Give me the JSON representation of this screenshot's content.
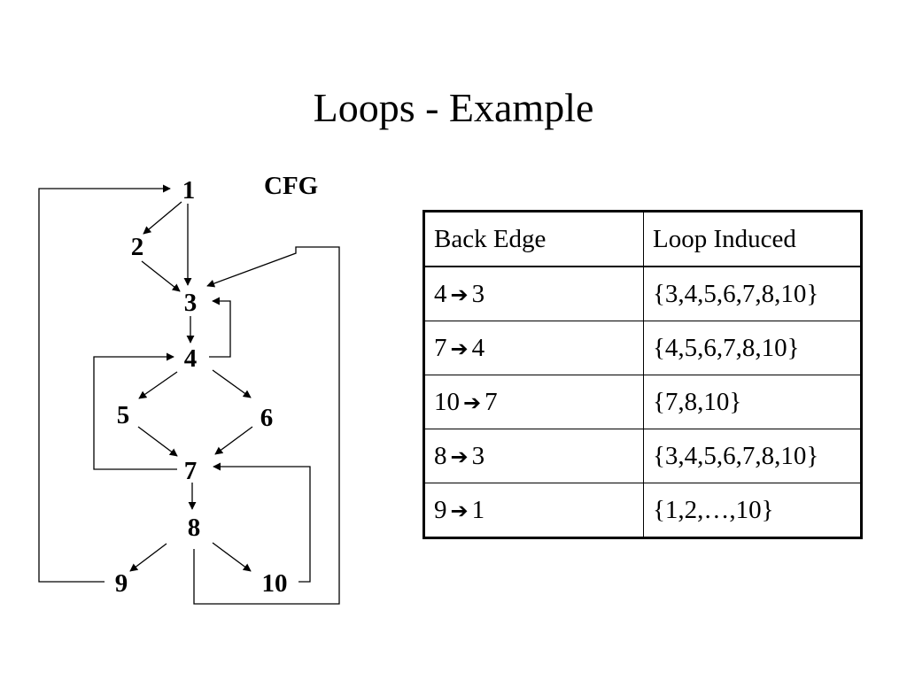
{
  "slide": {
    "title": "Loops - Example",
    "cfg_label": "CFG"
  },
  "graph": {
    "nodes": [
      "1",
      "2",
      "3",
      "4",
      "5",
      "6",
      "7",
      "8",
      "9",
      "10"
    ],
    "edges": [
      [
        "1",
        "2"
      ],
      [
        "1",
        "3"
      ],
      [
        "2",
        "3"
      ],
      [
        "3",
        "4"
      ],
      [
        "4",
        "5"
      ],
      [
        "4",
        "6"
      ],
      [
        "5",
        "7"
      ],
      [
        "6",
        "7"
      ],
      [
        "7",
        "8"
      ],
      [
        "8",
        "9"
      ],
      [
        "8",
        "10"
      ]
    ],
    "back_edges": [
      [
        "4",
        "3"
      ],
      [
        "7",
        "4"
      ],
      [
        "10",
        "7"
      ],
      [
        "8",
        "3"
      ],
      [
        "9",
        "1"
      ]
    ]
  },
  "table": {
    "headers": [
      "Back Edge",
      "Loop Induced"
    ],
    "rows": [
      {
        "from": "4",
        "to": "3",
        "loop": "{3,4,5,6,7,8,10}"
      },
      {
        "from": "7",
        "to": "4",
        "loop": "{4,5,6,7,8,10}"
      },
      {
        "from": "10",
        "to": "7",
        "loop": "{7,8,10}"
      },
      {
        "from": "8",
        "to": "3",
        "loop": "{3,4,5,6,7,8,10}"
      },
      {
        "from": "9",
        "to": "1",
        "loop": "{1,2,…,10}"
      }
    ],
    "arrow_symbol": "➔"
  }
}
